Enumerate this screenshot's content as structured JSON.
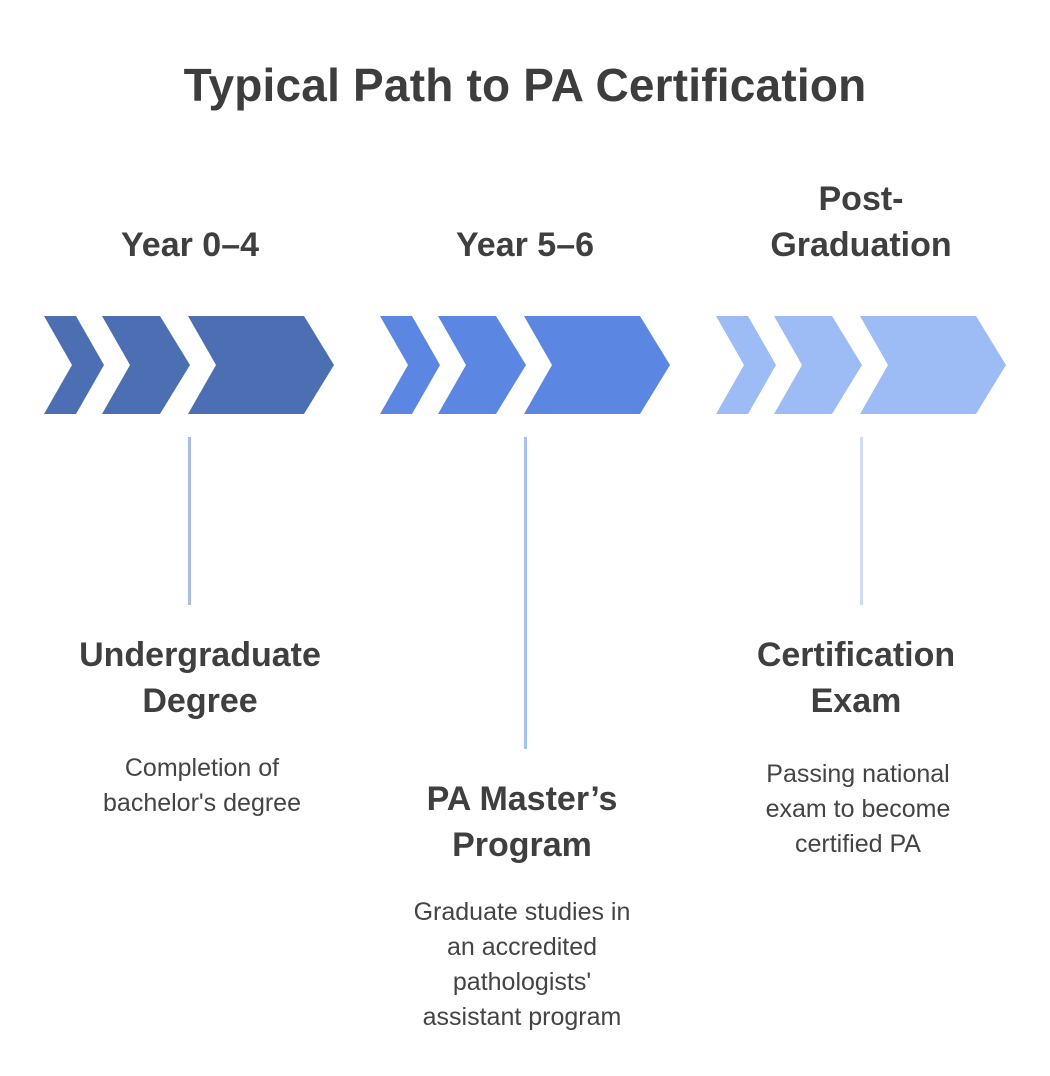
{
  "title": "Typical Path to PA Certification",
  "phases": [
    {
      "label": "Year 0–4",
      "color": "#4c6fb4",
      "connector_color": "#a8bcdf"
    },
    {
      "label": "Year 5–6",
      "color": "#5b87e3",
      "connector_color": "#a6c0ef"
    },
    {
      "label": "Post-\nGraduation",
      "color": "#9dbbf5",
      "connector_color": "#cfdcf8"
    }
  ],
  "milestones": [
    {
      "title": "Undergraduate\nDegree",
      "description": "Completion of\nbachelor's degree"
    },
    {
      "title": "PA Master’s\nProgram",
      "description": "Graduate studies in\nan accredited\npathologists'\nassistant program"
    },
    {
      "title": "Certification\nExam",
      "description": "Passing national\nexam to become\ncertified PA"
    }
  ]
}
